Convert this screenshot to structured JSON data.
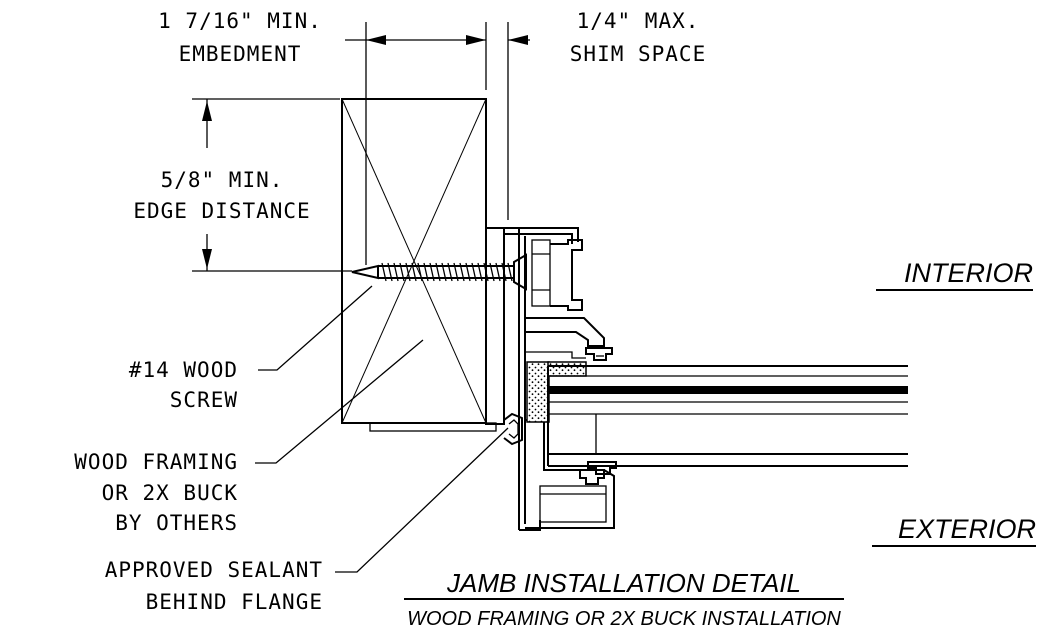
{
  "drawing": {
    "title": "JAMB INSTALLATION DETAIL",
    "subtitle": "WOOD FRAMING OR 2X BUCK INSTALLATION",
    "side_labels": {
      "interior": "INTERIOR",
      "exterior": "EXTERIOR"
    },
    "dimensions": {
      "embedment": [
        "1 7/16\" MIN.",
        "EMBEDMENT"
      ],
      "shim_space": [
        "1/4\" MAX.",
        "SHIM SPACE"
      ],
      "edge_distance": [
        "5/8\" MIN.",
        "EDGE DISTANCE"
      ]
    },
    "callouts": {
      "screw": [
        "#14 WOOD",
        "SCREW"
      ],
      "framing": [
        "WOOD FRAMING",
        "OR 2X BUCK",
        "BY OTHERS"
      ],
      "sealant": [
        "APPROVED SEALANT",
        "BEHIND FLANGE"
      ]
    }
  }
}
